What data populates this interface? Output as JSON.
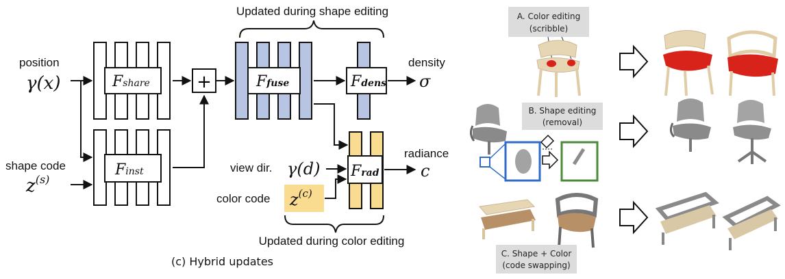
{
  "diagram": {
    "top_brace_label": "Updated during shape editing",
    "bottom_brace_label": "Updated during color editing",
    "caption": "(c) Hybrid updates",
    "inputs": {
      "position_label": "position",
      "position_math": "γ(x)",
      "shape_code_label": "shape code",
      "shape_code_math": "z",
      "shape_code_sup": "(s)",
      "view_dir_label": "view dir.",
      "view_dir_math": "γ(d)",
      "color_code_label": "color code",
      "color_code_math": "z",
      "color_code_sup": "(c)"
    },
    "blocks": {
      "share": {
        "main": "F",
        "sub": "share"
      },
      "inst": {
        "main": "F",
        "sub": "inst"
      },
      "fuse": {
        "main": "F",
        "sub": "fuse"
      },
      "dens": {
        "main": "F",
        "sub": "dens"
      },
      "rad": {
        "main": "F",
        "sub": "rad"
      },
      "plus": "+"
    },
    "outputs": {
      "density_label": "density",
      "density_math": "σ",
      "radiance_label": "radiance",
      "radiance_math": "c"
    }
  },
  "panel": {
    "a_label_line1": "A. Color editing",
    "a_label_line2": "(scribble)",
    "b_label_line1": "B. Shape editing",
    "b_label_line2": "(removal)",
    "c_label_line1": "C. Shape + Color",
    "c_label_line2": "(code swapping)"
  },
  "colors": {
    "blue_fill": "#b7c5e3",
    "yellow_fill": "#f9dc8f",
    "red_seat": "#d8231a",
    "wood": "#e7d6b4",
    "zoom_blue": "#2f6cc7",
    "zoom_green": "#4b8a3a",
    "label_box": "#dcdcdc"
  }
}
